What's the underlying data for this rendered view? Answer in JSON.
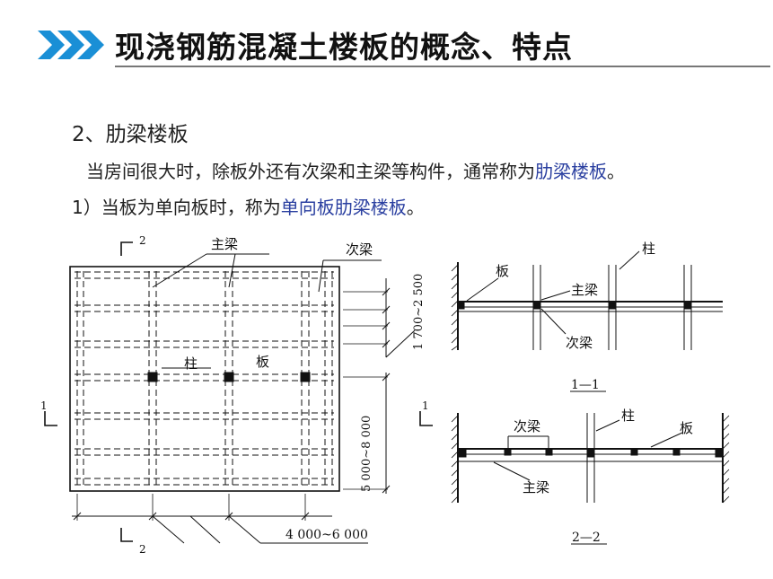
{
  "header": {
    "title": "现浇钢筋混凝土楼板的概念、特点",
    "accent_color": "#1a8fd6",
    "icon": "double-chevron-icon"
  },
  "content": {
    "heading": "2、肋梁楼板",
    "para1_text": "当房间很大时，除板外还有次梁和主梁等构件，通常称为",
    "para1_highlight": "肋梁楼板",
    "para1_end": "。",
    "para2_text": "1）当板为单向板时，称为",
    "para2_highlight": "单向板肋梁楼板",
    "para2_end": "。",
    "highlight_color": "#2a3fa0"
  },
  "plan": {
    "main_beam": "主梁",
    "secondary_beam": "次梁",
    "column": "柱",
    "slab": "板",
    "dim_secondary_spacing": "1 700~2 500",
    "dim_main_span": "5 000~8 000",
    "dim_column_spacing": "4 000~6 000",
    "section_2_top": "2",
    "section_2_bottom": "2",
    "section_1_left": "1",
    "section_1_right": "1"
  },
  "section_1": {
    "label": "1—1",
    "column": "柱",
    "slab": "板",
    "main_beam": "主梁",
    "secondary_beam": "次梁"
  },
  "section_2": {
    "label": "2—2",
    "column": "柱",
    "slab": "板",
    "main_beam": "主梁",
    "secondary_beam": "次梁"
  }
}
